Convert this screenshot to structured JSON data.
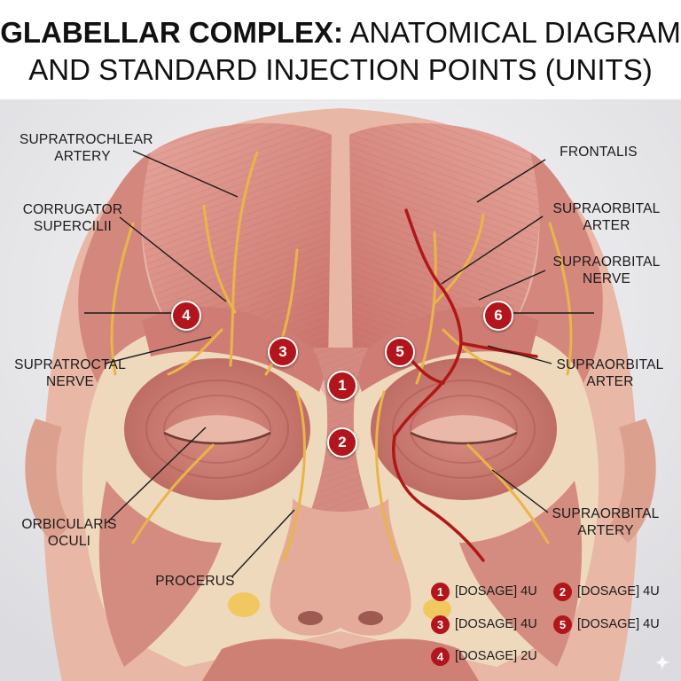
{
  "title": {
    "bold": "GLABELLAR COMPLEX:",
    "rest": " ANATOMICAL DIAGRAM",
    "line2": "AND STANDARD INJECTION POINTS (UNITS)"
  },
  "labels": {
    "supratrochlear_artery": "SUPRATROCHLEAR\nARTERY",
    "corrugator_supercilii": "CORRUGATOR\nSUPERCILII",
    "supratroctal_nerve": "SUPRATROCTAL\nNERVE",
    "orbicularis_oculi": "ORBICULARIS\nOCULI",
    "procerus": "PROCERUS",
    "frontalis": "FRONTALIS",
    "supraorbital_arter_upper": "SUPRAORBITAL\nARTER",
    "supraorbital_nerve": "SUPRAORBITAL\nNERVE",
    "supraorbital_arter_lower": "SUPRAORBITAL\nARTER",
    "supraorbital_artery": "SUPRAORBITAL\nARTERY"
  },
  "injection_points": [
    "1",
    "2",
    "3",
    "4",
    "5",
    "6"
  ],
  "legend": [
    {
      "num": "1",
      "text": "[DOSAGE] 4U"
    },
    {
      "num": "2",
      "text": "[DOSAGE] 4U"
    },
    {
      "num": "3",
      "text": "[DOSAGE] 4U"
    },
    {
      "num": "5",
      "text": "[DOSAGE] 4U"
    },
    {
      "num": "4",
      "text": "[DOSAGE] 2U"
    }
  ],
  "colors": {
    "marker": "#b3151c",
    "muscle": "#d98a80",
    "nerve": "#e9b548",
    "artery": "#b01818",
    "background": "#ececef"
  },
  "icons": {
    "watermark": "sparkle-icon"
  }
}
